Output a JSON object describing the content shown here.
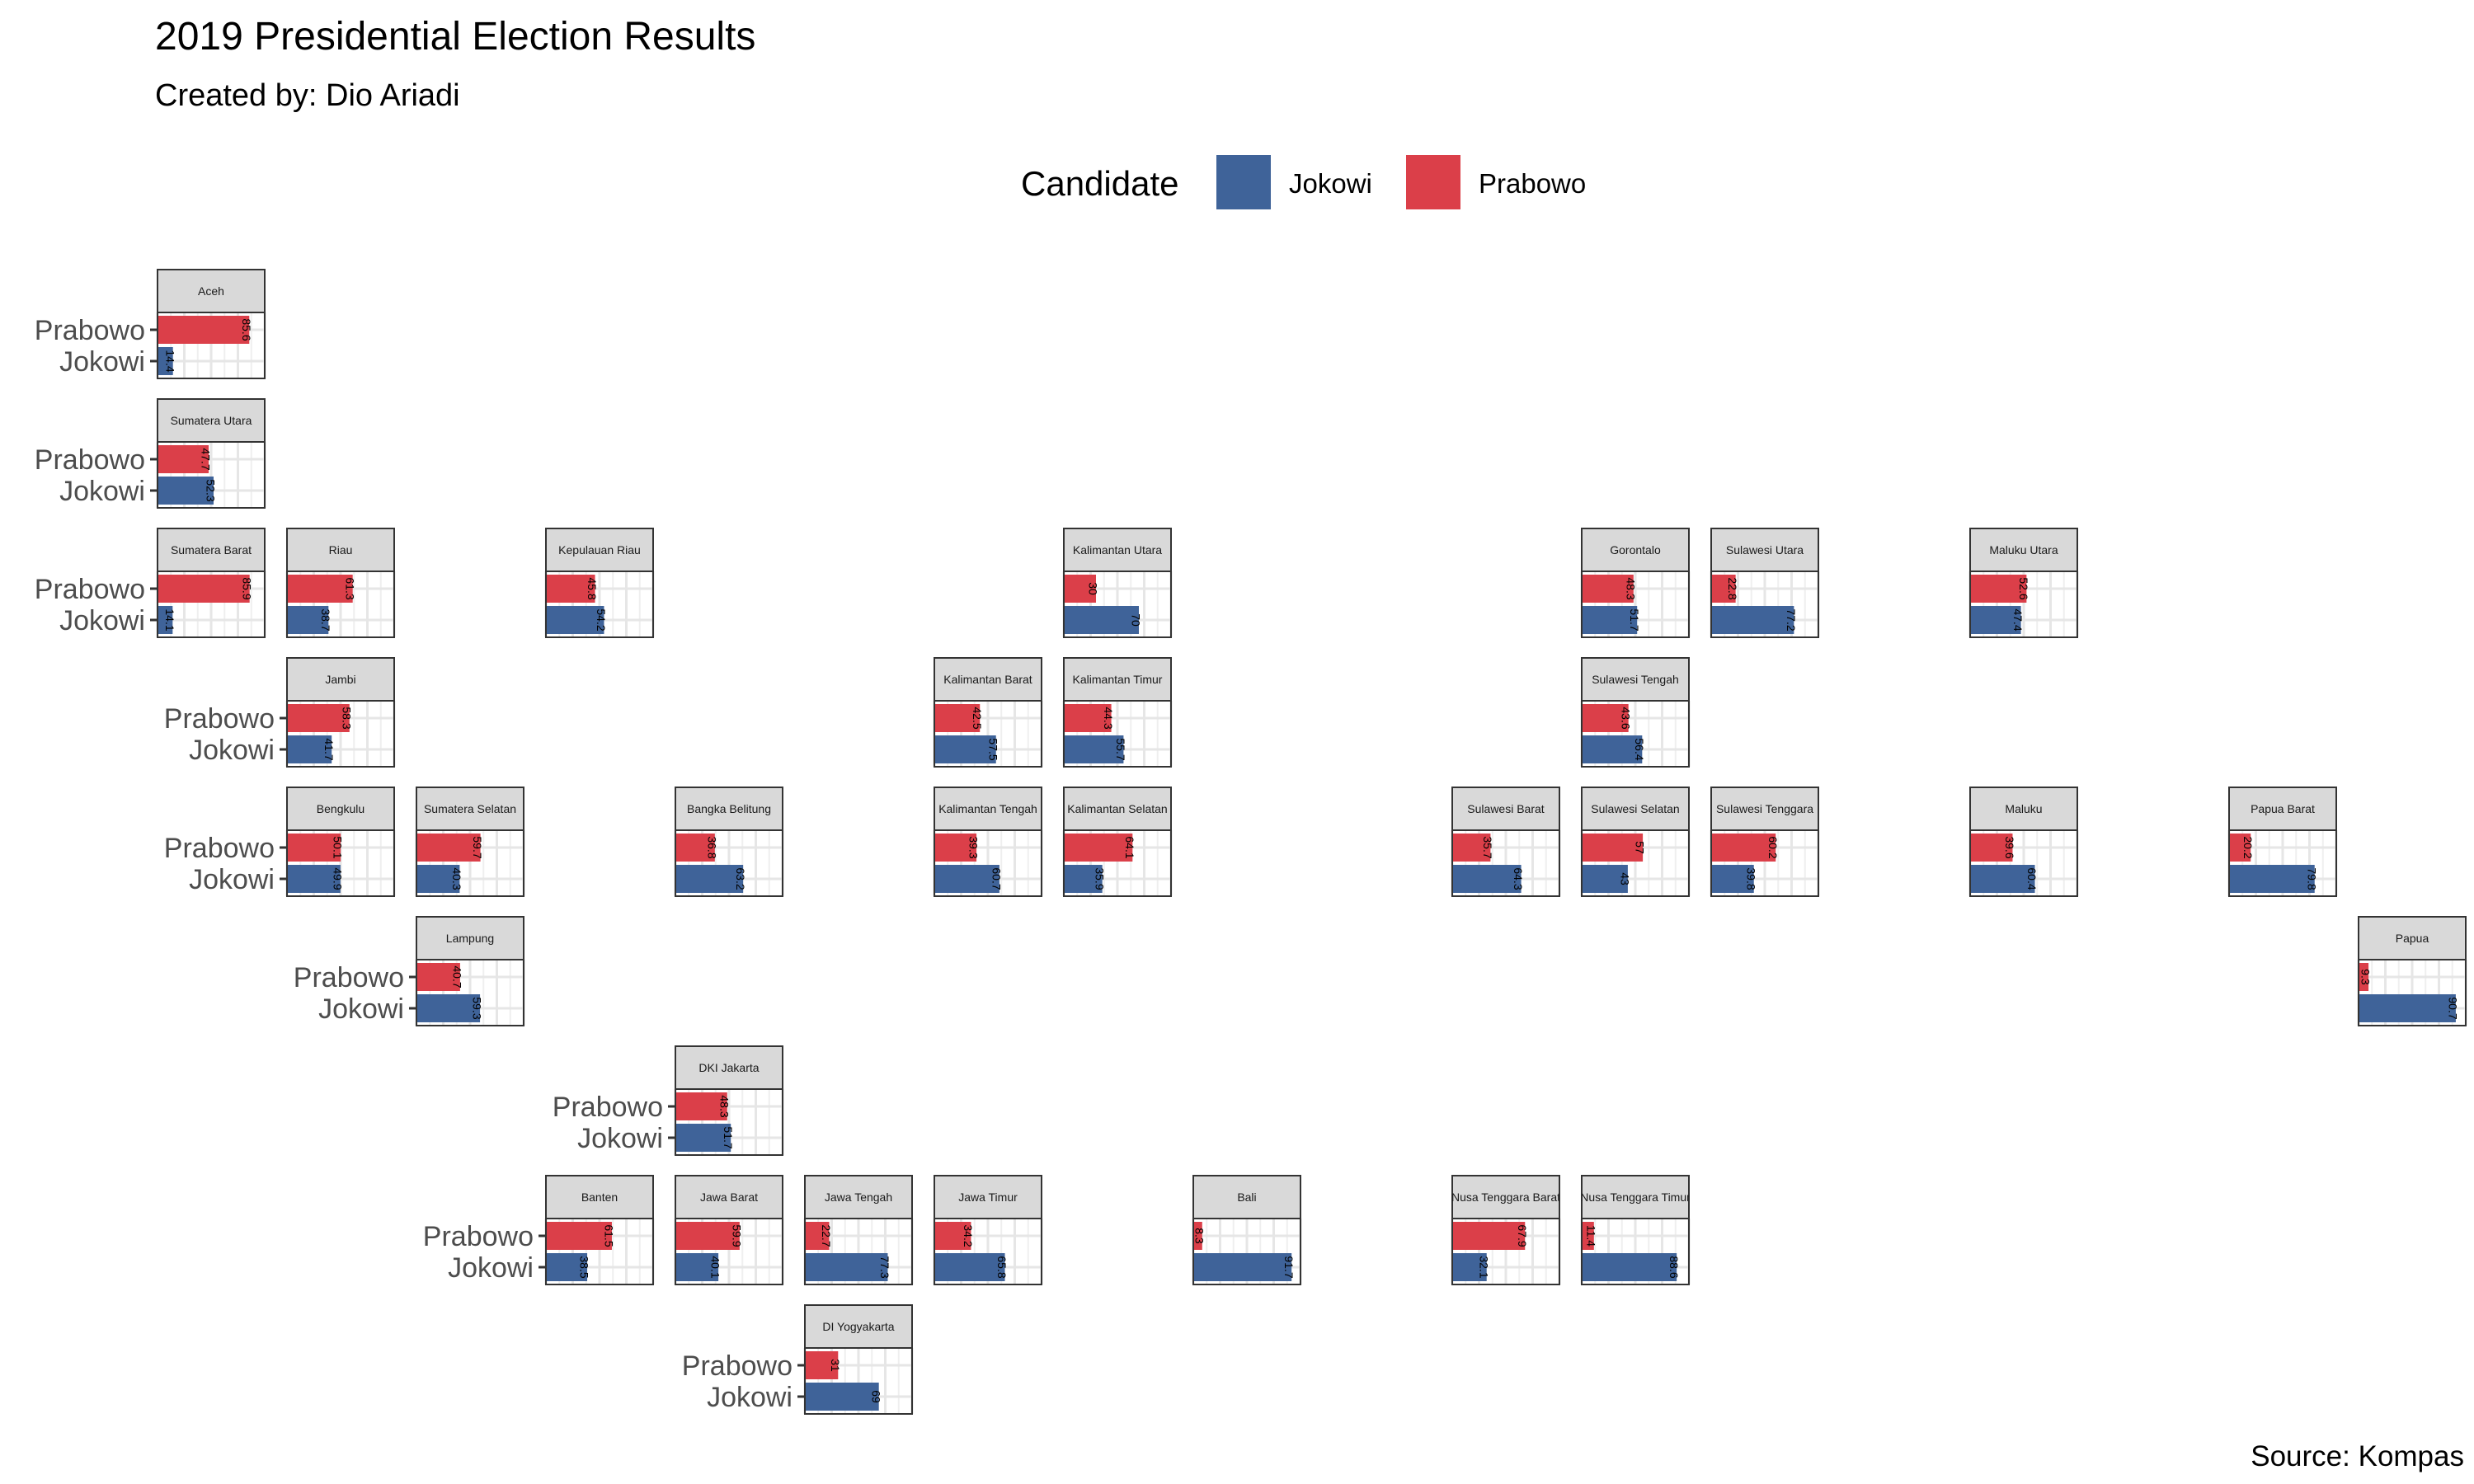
{
  "chart_data": {
    "type": "bar",
    "title": "2019 Presidential Election Results",
    "subtitle": "Created by: Dio Ariadi",
    "caption": "Source: Kompas",
    "legend": {
      "title": "Candidate",
      "position": "top",
      "entries": [
        {
          "name": "Jokowi",
          "color": "#3f6399"
        },
        {
          "name": "Prabowo",
          "color": "#db3f49"
        }
      ]
    },
    "orientation": "horizontal",
    "categories": [
      "Prabowo",
      "Jokowi"
    ],
    "xlim": [
      0,
      100
    ],
    "grid": true,
    "layout": "geofacet grid of Indonesian provinces",
    "panels": [
      {
        "province": "Aceh",
        "row": 1,
        "col": 1,
        "values": {
          "Prabowo": "85.6",
          "Jokowi": "14.4"
        }
      },
      {
        "province": "Sumatera Utara",
        "row": 2,
        "col": 1,
        "values": {
          "Prabowo": "47.7",
          "Jokowi": "52.3"
        }
      },
      {
        "province": "Sumatera Barat",
        "row": 3,
        "col": 1,
        "values": {
          "Prabowo": "85.9",
          "Jokowi": "14.1"
        }
      },
      {
        "province": "Riau",
        "row": 3,
        "col": 2,
        "values": {
          "Prabowo": "61.3",
          "Jokowi": "38.7"
        }
      },
      {
        "province": "Kepulauan Riau",
        "row": 3,
        "col": 4,
        "values": {
          "Prabowo": "45.8",
          "Jokowi": "54.2"
        }
      },
      {
        "province": "Kalimantan Utara",
        "row": 3,
        "col": 8,
        "values": {
          "Prabowo": "30",
          "Jokowi": "70"
        }
      },
      {
        "province": "Gorontalo",
        "row": 3,
        "col": 12,
        "values": {
          "Prabowo": "48.3",
          "Jokowi": "51.7"
        }
      },
      {
        "province": "Sulawesi Utara",
        "row": 3,
        "col": 13,
        "values": {
          "Prabowo": "22.8",
          "Jokowi": "77.2"
        }
      },
      {
        "province": "Maluku Utara",
        "row": 3,
        "col": 15,
        "values": {
          "Prabowo": "52.6",
          "Jokowi": "47.4"
        }
      },
      {
        "province": "Jambi",
        "row": 4,
        "col": 2,
        "values": {
          "Prabowo": "58.3",
          "Jokowi": "41.7"
        }
      },
      {
        "province": "Kalimantan Barat",
        "row": 4,
        "col": 7,
        "values": {
          "Prabowo": "42.5",
          "Jokowi": "57.5"
        }
      },
      {
        "province": "Kalimantan Timur",
        "row": 4,
        "col": 8,
        "values": {
          "Prabowo": "44.3",
          "Jokowi": "55.7"
        }
      },
      {
        "province": "Sulawesi Tengah",
        "row": 4,
        "col": 12,
        "values": {
          "Prabowo": "43.6",
          "Jokowi": "56.4"
        }
      },
      {
        "province": "Bengkulu",
        "row": 5,
        "col": 2,
        "values": {
          "Prabowo": "50.1",
          "Jokowi": "49.9"
        }
      },
      {
        "province": "Sumatera Selatan",
        "row": 5,
        "col": 3,
        "values": {
          "Prabowo": "59.7",
          "Jokowi": "40.3"
        }
      },
      {
        "province": "Bangka Belitung",
        "row": 5,
        "col": 5,
        "values": {
          "Prabowo": "36.8",
          "Jokowi": "63.2"
        }
      },
      {
        "province": "Kalimantan Tengah",
        "row": 5,
        "col": 7,
        "values": {
          "Prabowo": "39.3",
          "Jokowi": "60.7"
        }
      },
      {
        "province": "Kalimantan Selatan",
        "row": 5,
        "col": 8,
        "values": {
          "Prabowo": "64.1",
          "Jokowi": "35.9"
        }
      },
      {
        "province": "Sulawesi Barat",
        "row": 5,
        "col": 11,
        "values": {
          "Prabowo": "35.7",
          "Jokowi": "64.3"
        }
      },
      {
        "province": "Sulawesi Selatan",
        "row": 5,
        "col": 12,
        "values": {
          "Prabowo": "57",
          "Jokowi": "43"
        }
      },
      {
        "province": "Sulawesi Tenggara",
        "row": 5,
        "col": 13,
        "values": {
          "Prabowo": "60.2",
          "Jokowi": "39.8"
        }
      },
      {
        "province": "Maluku",
        "row": 5,
        "col": 15,
        "values": {
          "Prabowo": "39.6",
          "Jokowi": "60.4"
        }
      },
      {
        "province": "Papua Barat",
        "row": 5,
        "col": 17,
        "values": {
          "Prabowo": "20.2",
          "Jokowi": "79.8"
        }
      },
      {
        "province": "Lampung",
        "row": 6,
        "col": 3,
        "values": {
          "Prabowo": "40.7",
          "Jokowi": "59.3"
        }
      },
      {
        "province": "Papua",
        "row": 6,
        "col": 18,
        "values": {
          "Prabowo": "9.3",
          "Jokowi": "90.7"
        }
      },
      {
        "province": "DKI Jakarta",
        "row": 7,
        "col": 5,
        "values": {
          "Prabowo": "48.3",
          "Jokowi": "51.7"
        }
      },
      {
        "province": "Banten",
        "row": 8,
        "col": 4,
        "values": {
          "Prabowo": "61.5",
          "Jokowi": "38.5"
        }
      },
      {
        "province": "Jawa Barat",
        "row": 8,
        "col": 5,
        "values": {
          "Prabowo": "59.9",
          "Jokowi": "40.1"
        }
      },
      {
        "province": "Jawa Tengah",
        "row": 8,
        "col": 6,
        "values": {
          "Prabowo": "22.7",
          "Jokowi": "77.3"
        }
      },
      {
        "province": "Jawa Timur",
        "row": 8,
        "col": 7,
        "values": {
          "Prabowo": "34.2",
          "Jokowi": "65.8"
        }
      },
      {
        "province": "Bali",
        "row": 8,
        "col": 9,
        "values": {
          "Prabowo": "8.3",
          "Jokowi": "91.7"
        }
      },
      {
        "province": "Nusa Tenggara Barat",
        "row": 8,
        "col": 11,
        "values": {
          "Prabowo": "67.9",
          "Jokowi": "32.1"
        }
      },
      {
        "province": "Nusa Tenggara Timur",
        "row": 8,
        "col": 12,
        "values": {
          "Prabowo": "11.4",
          "Jokowi": "88.6"
        }
      },
      {
        "province": "DI Yogyakarta",
        "row": 9,
        "col": 6,
        "values": {
          "Prabowo": "31",
          "Jokowi": "69"
        }
      }
    ]
  }
}
